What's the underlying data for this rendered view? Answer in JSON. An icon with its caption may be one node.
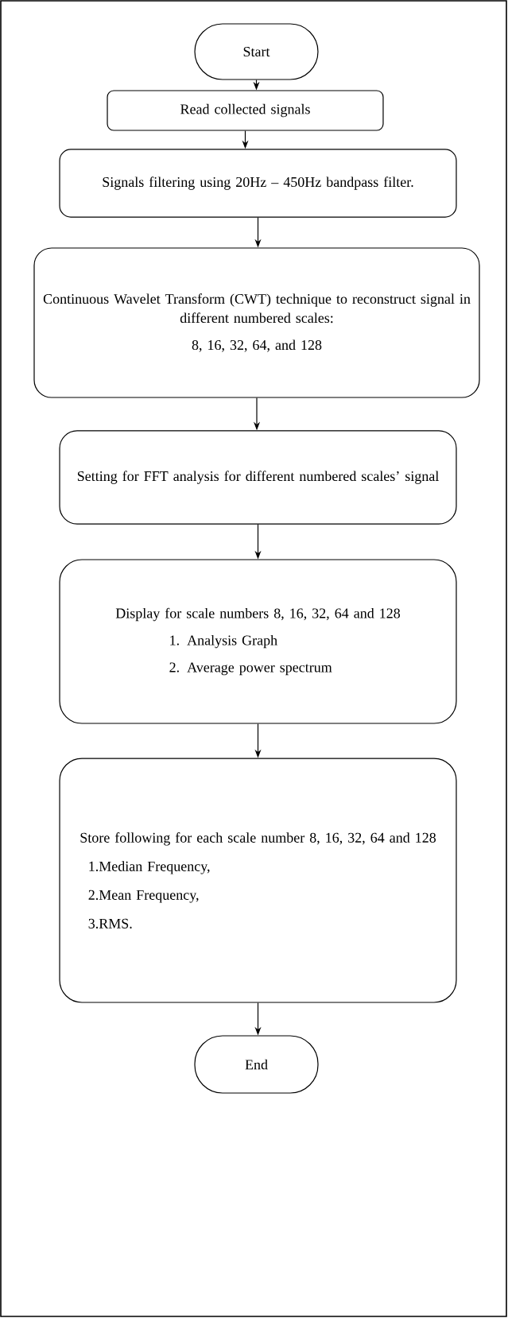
{
  "diagram": {
    "nodes": [
      {
        "text": [
          "Start"
        ]
      },
      {
        "text": [
          "Read collected signals"
        ]
      },
      {
        "text": [
          "Signals filtering using 20Hz – 450Hz bandpass filter."
        ]
      },
      {
        "text": [
          "Continuous Wavelet Transform (CWT) technique to reconstruct signal in different numbered scales:",
          "8, 16, 32, 64, and 128"
        ]
      },
      {
        "text": [
          "Setting for FFT analysis for different numbered scales’ signal"
        ]
      },
      {
        "text": [
          "Display for scale numbers 8, 16, 32, 64 and 128",
          "1.  Analysis Graph",
          "2.  Average power spectrum"
        ]
      },
      {
        "text": [
          "Store following for each scale number 8, 16, 32, 64 and 128",
          "1.Median Frequency,",
          "2.Mean Frequency,",
          "3.RMS."
        ]
      },
      {
        "text": [
          "End"
        ]
      }
    ],
    "edges": [
      {
        "from": 0,
        "to": 1,
        "arrow": "to"
      },
      {
        "from": 1,
        "to": 2,
        "arrow": "to"
      },
      {
        "from": 2,
        "to": 3,
        "arrow": "to"
      },
      {
        "from": 3,
        "to": 4,
        "arrow": "to"
      },
      {
        "from": 4,
        "to": 5,
        "arrow": "to"
      },
      {
        "from": 5,
        "to": 6,
        "arrow": "to"
      },
      {
        "from": 6,
        "to": 7,
        "arrow": "to"
      }
    ]
  }
}
